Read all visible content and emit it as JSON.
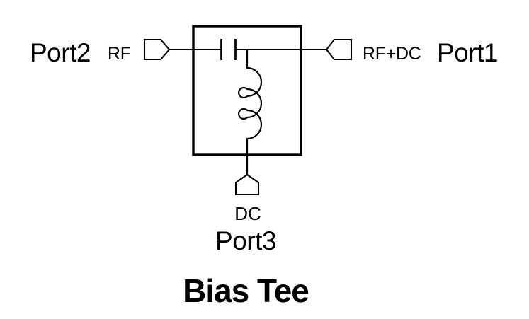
{
  "colors": {
    "line": "#000000",
    "text": "#000000",
    "background": "#ffffff"
  },
  "diagram": {
    "title": "Bias Tee",
    "ports": {
      "left": {
        "label": "Port2",
        "signal": "RF"
      },
      "right": {
        "label": "Port1",
        "signal": "RF+DC"
      },
      "bottom": {
        "label": "Port3",
        "signal": "DC"
      }
    },
    "icons": {
      "capacitor": "capacitor-icon",
      "inductor": "inductor-icon",
      "port_connector": "port-connector-icon"
    }
  }
}
